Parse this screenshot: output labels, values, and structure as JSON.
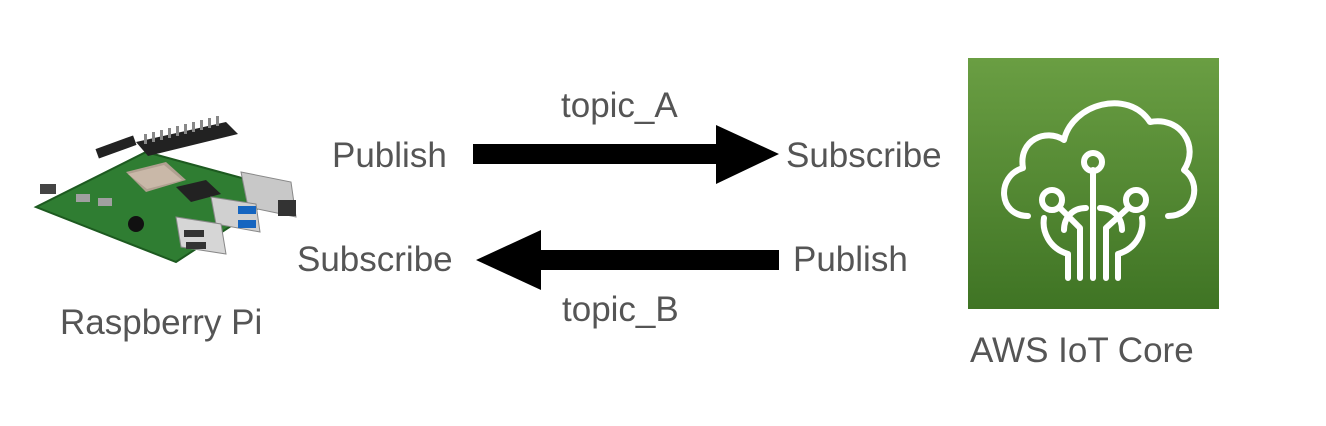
{
  "nodes": {
    "raspberry_pi": {
      "label": "Raspberry Pi",
      "icon": "raspberry-pi-board-image"
    },
    "aws_iot": {
      "label": "AWS IoT Core",
      "icon": "aws-iot-core-icon"
    }
  },
  "flows": [
    {
      "from_action": "Publish",
      "to_action": "Subscribe",
      "topic": "topic_A",
      "direction": "raspberry_pi_to_aws_iot"
    },
    {
      "from_action": "Publish",
      "to_action": "Subscribe",
      "topic": "topic_B",
      "direction": "aws_iot_to_raspberry_pi"
    }
  ],
  "colors": {
    "text": "#555555",
    "arrow": "#000000",
    "aws_green_top": "#6a9e43",
    "aws_green_bottom": "#3f7424",
    "board_green": "#2e7d32"
  }
}
